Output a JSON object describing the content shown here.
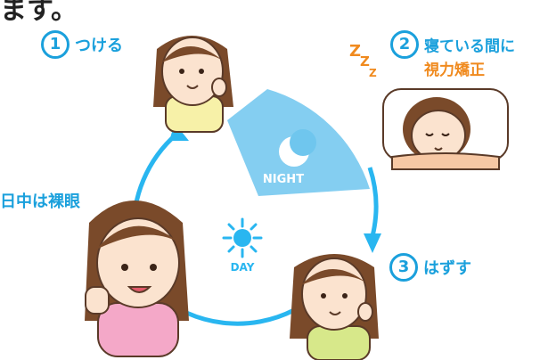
{
  "header_text": "ます。",
  "steps": [
    {
      "number": "1",
      "label": "つける"
    },
    {
      "number": "2",
      "label": "寝ている間に",
      "label2": "視力矯正"
    },
    {
      "number": "3",
      "label": "はずす"
    }
  ],
  "daytime_label": "日中は裸眼",
  "night_label": "NIGHT",
  "day_label": "DAY",
  "zzz": "Z Z Z",
  "colors": {
    "accent_blue": "#1aa0dc",
    "night_blue": "#6fc6ee",
    "accent_orange": "#f08a1e",
    "sun": "#29b6f0"
  }
}
